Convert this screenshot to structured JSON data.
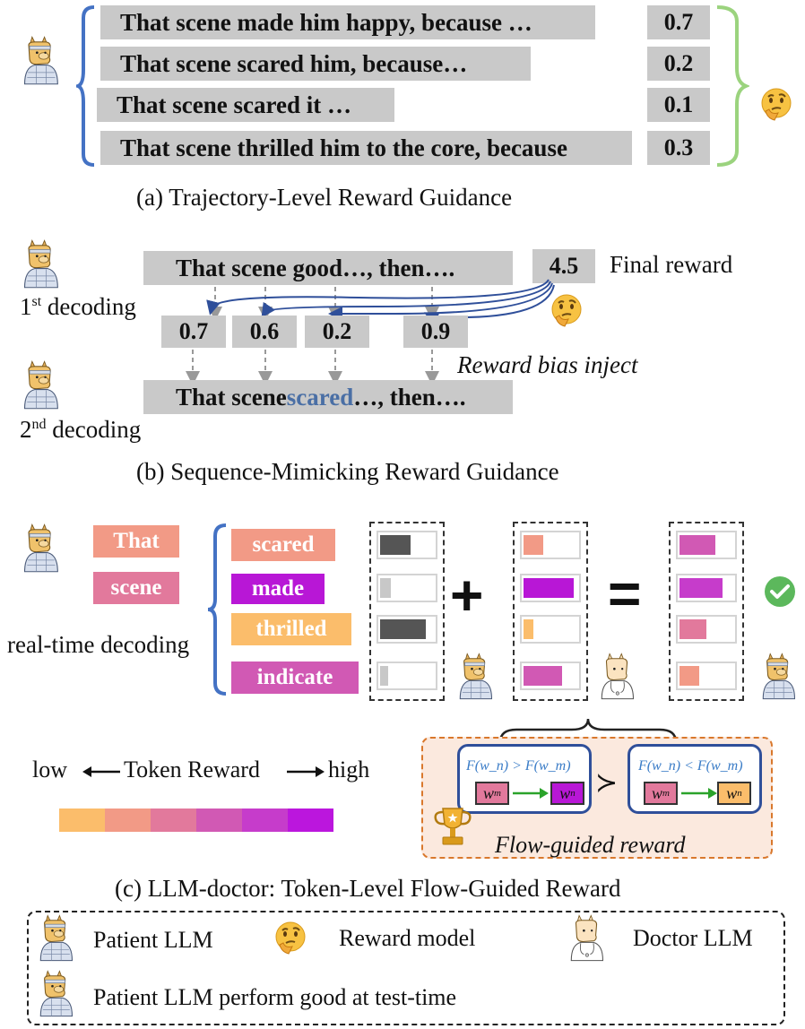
{
  "part_a": {
    "sentences": [
      {
        "text": "That scene made him happy, because …",
        "score": "0.7"
      },
      {
        "text": "That scene scared him, because…",
        "score": "0.2"
      },
      {
        "text": "That scene scared it …",
        "score": "0.1"
      },
      {
        "text": "That scene thrilled him to the core, because",
        "score": "0.3"
      }
    ],
    "caption": "(a) Trajectory-Level Reward Guidance"
  },
  "part_b": {
    "first_text": "That scene good…, then….",
    "final_score": "4.5",
    "final_label": "Final reward",
    "first_decoding_num": "1",
    "first_decoding_sup": "st",
    "first_decoding_word": " decoding",
    "token_scores": [
      "0.7",
      "0.6",
      "0.2",
      "0.9"
    ],
    "bias_label": "Reward bias inject",
    "second_pre": "That scene ",
    "second_hl": "scared",
    "second_post": "…, then….",
    "second_decoding_num": "2",
    "second_decoding_sup": "nd",
    "second_decoding_word": " decoding",
    "caption": "(b) Sequence-Mimicking Reward Guidance"
  },
  "part_c": {
    "prefix_tokens": [
      "That",
      "scene"
    ],
    "candidates": [
      "scared",
      "made",
      "thrilled",
      "indicate"
    ],
    "realtime_label": "real-time decoding",
    "plus": "+",
    "equals": "=",
    "patient_bars": [
      0.55,
      0.2,
      0.82,
      0.15
    ],
    "doctor_bars": [
      0.35,
      0.9,
      0.18,
      0.7
    ],
    "final_bars": [
      0.65,
      0.78,
      0.48,
      0.35
    ],
    "scale_low": "low",
    "scale_mid": "Token Reward",
    "scale_high": "high",
    "scale_colors": [
      "#fbbd6b",
      "#f29a86",
      "#e2799c",
      "#d159b4",
      "#c63ccb",
      "#bb16dd"
    ],
    "flow_left_f": "F(w_n) > F(w_m)",
    "flow_right_f": "F(w_n) < F(w_m)",
    "w_m": "w",
    "w_m_sub": "m",
    "w_n": "w",
    "w_n_sub": "n",
    "prec": "≻",
    "flow_label": "Flow-guided reward",
    "caption": "(c) LLM-doctor: Token-Level Flow-Guided Reward"
  },
  "legend": {
    "patient": "Patient LLM",
    "reward": "Reward model",
    "doctor": "Doctor LLM",
    "patient_good": "Patient LLM perform good at test-time"
  },
  "colors": {
    "gray_box": "#c9c9c9",
    "brace_blue": "#4472c4",
    "brace_green": "#9bd37e",
    "highlight_blue": "#4a6fa5",
    "scared": "#f29a86",
    "made": "#b817d6",
    "thrilled": "#fbbd6b",
    "indicate": "#d159b4",
    "that": "#f29a86",
    "scene": "#e2799c",
    "check": "#5cb85c"
  }
}
